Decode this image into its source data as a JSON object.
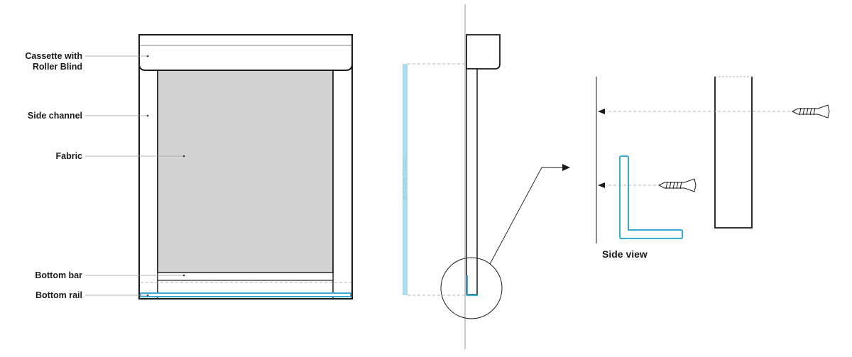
{
  "labels": {
    "cassette_line1": "Cassette with",
    "cassette_line2": "Roller Blind",
    "side_channel": "Side channel",
    "fabric": "Fabric",
    "bottom_bar": "Bottom bar",
    "bottom_rail": "Bottom rail",
    "window_frame": "WINDOW FRAME",
    "side_view": "Side view"
  },
  "colors": {
    "outline": "#1a1a1a",
    "fabric": "#d3d3d3",
    "accent": "#3aa9d6",
    "frame_bar": "#a9dcef",
    "leader": "#9a9a9a"
  }
}
